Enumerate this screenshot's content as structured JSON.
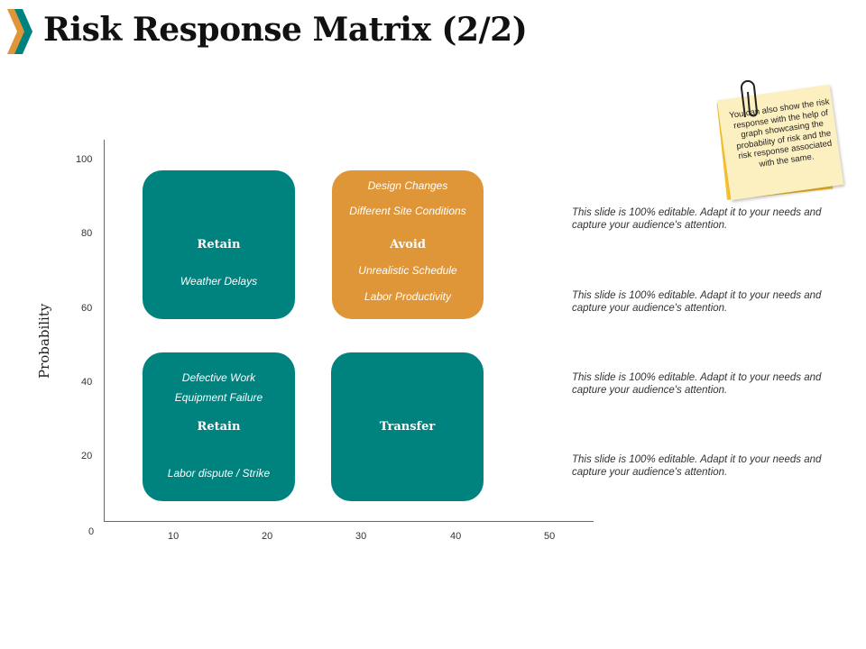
{
  "title": "Risk Response Matrix (2/2)",
  "colors": {
    "teal": "#00827F",
    "orange": "#DF9638"
  },
  "axis": {
    "ylabel": "Probability",
    "yticks": [
      "100",
      "80",
      "60",
      "40",
      "20",
      "0"
    ],
    "xticks": [
      "10",
      "20",
      "30",
      "40",
      "50"
    ]
  },
  "quadrants": [
    {
      "title": "Retain",
      "items": [
        "Weather Delays"
      ]
    },
    {
      "title": "Avoid",
      "items": [
        "Design Changes",
        "Different Site Conditions",
        "Unrealistic Schedule",
        "Labor Productivity"
      ]
    },
    {
      "title": "Retain",
      "items": [
        "Defective Work",
        "Equipment Failure",
        "Labor dispute / Strike"
      ]
    },
    {
      "title": "Transfer",
      "items": []
    }
  ],
  "notes": [
    "This slide is 100% editable. Adapt it to your needs and capture your audience's attention.",
    "This slide is 100% editable. Adapt it to your needs and capture your audience's attention.",
    "This slide is 100% editable. Adapt it to your needs and capture your audience's attention.",
    "This slide is 100% editable. Adapt it to your needs and capture your audience's attention."
  ],
  "sticky_note": "You can also show the risk response with the help of graph showcasing the probability of risk and the risk response associated with the same."
}
